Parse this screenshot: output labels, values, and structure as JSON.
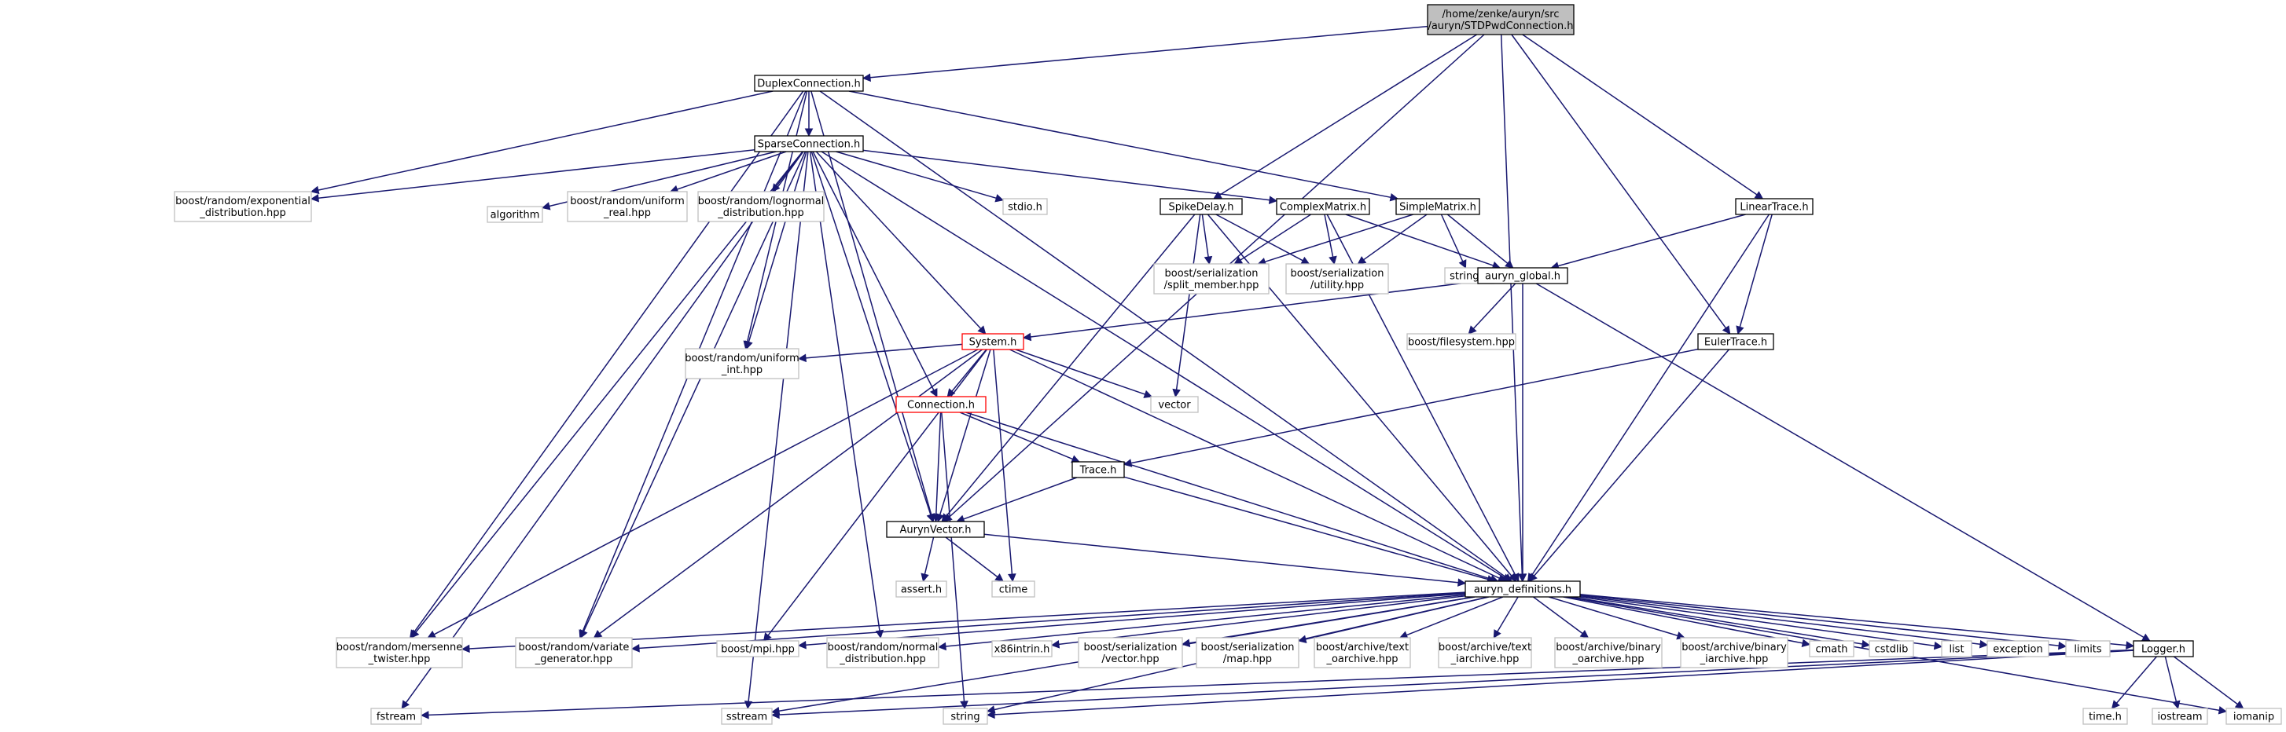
{
  "colors": {
    "edge": "#191970",
    "root_fill": "#bfbfbf",
    "normal_border": "#000000",
    "system_border": "#ff0000",
    "external_border": "#bfbfbf"
  },
  "nodes": {
    "root": {
      "lines": [
        "/home/zenke/auryn/src",
        "/auryn/STDPwdConnection.h"
      ],
      "kind": "root"
    },
    "duplex": {
      "lines": [
        "DuplexConnection.h"
      ],
      "kind": "normal"
    },
    "sparse": {
      "lines": [
        "SparseConnection.h"
      ],
      "kind": "normal"
    },
    "exp_dist": {
      "lines": [
        "boost/random/exponential",
        "_distribution.hpp"
      ],
      "kind": "external"
    },
    "algorithm": {
      "lines": [
        "algorithm"
      ],
      "kind": "external"
    },
    "uniform_real": {
      "lines": [
        "boost/random/uniform",
        "_real.hpp"
      ],
      "kind": "external"
    },
    "lognormal": {
      "lines": [
        "boost/random/lognormal",
        "_distribution.hpp"
      ],
      "kind": "external"
    },
    "stdio": {
      "lines": [
        "stdio.h"
      ],
      "kind": "external"
    },
    "spikedelay": {
      "lines": [
        "SpikeDelay.h"
      ],
      "kind": "normal"
    },
    "complexmatrix": {
      "lines": [
        "ComplexMatrix.h"
      ],
      "kind": "normal"
    },
    "simplematrix": {
      "lines": [
        "SimpleMatrix.h"
      ],
      "kind": "normal"
    },
    "lineartrace": {
      "lines": [
        "LinearTrace.h"
      ],
      "kind": "normal"
    },
    "split_member": {
      "lines": [
        "boost/serialization",
        "/split_member.hpp"
      ],
      "kind": "external"
    },
    "utility": {
      "lines": [
        "boost/serialization",
        "/utility.hpp"
      ],
      "kind": "external"
    },
    "string_h": {
      "lines": [
        "string.h"
      ],
      "kind": "external"
    },
    "auryn_global": {
      "lines": [
        "auryn_global.h"
      ],
      "kind": "normal"
    },
    "filesystem": {
      "lines": [
        "boost/filesystem.hpp"
      ],
      "kind": "external"
    },
    "eulertrace": {
      "lines": [
        "EulerTrace.h"
      ],
      "kind": "normal"
    },
    "system": {
      "lines": [
        "System.h"
      ],
      "kind": "system"
    },
    "uniform_int": {
      "lines": [
        "boost/random/uniform",
        "_int.hpp"
      ],
      "kind": "external"
    },
    "vector": {
      "lines": [
        "vector"
      ],
      "kind": "external"
    },
    "connection": {
      "lines": [
        "Connection.h"
      ],
      "kind": "system"
    },
    "trace": {
      "lines": [
        "Trace.h"
      ],
      "kind": "normal"
    },
    "aurynvector": {
      "lines": [
        "AurynVector.h"
      ],
      "kind": "normal"
    },
    "assert": {
      "lines": [
        "assert.h"
      ],
      "kind": "external"
    },
    "ctime": {
      "lines": [
        "ctime"
      ],
      "kind": "external"
    },
    "definitions": {
      "lines": [
        "auryn_definitions.h"
      ],
      "kind": "normal"
    },
    "mersenne": {
      "lines": [
        "boost/random/mersenne",
        "_twister.hpp"
      ],
      "kind": "external"
    },
    "variate": {
      "lines": [
        "boost/random/variate",
        "_generator.hpp"
      ],
      "kind": "external"
    },
    "mpi": {
      "lines": [
        "boost/mpi.hpp"
      ],
      "kind": "external"
    },
    "normal_dist": {
      "lines": [
        "boost/random/normal",
        "_distribution.hpp"
      ],
      "kind": "external"
    },
    "x86intrin": {
      "lines": [
        "x86intrin.h"
      ],
      "kind": "external"
    },
    "ser_vector": {
      "lines": [
        "boost/serialization",
        "/vector.hpp"
      ],
      "kind": "external"
    },
    "ser_map": {
      "lines": [
        "boost/serialization",
        "/map.hpp"
      ],
      "kind": "external"
    },
    "text_oarchive": {
      "lines": [
        "boost/archive/text",
        "_oarchive.hpp"
      ],
      "kind": "external"
    },
    "text_iarchive": {
      "lines": [
        "boost/archive/text",
        "_iarchive.hpp"
      ],
      "kind": "external"
    },
    "binary_oarchive": {
      "lines": [
        "boost/archive/binary",
        "_oarchive.hpp"
      ],
      "kind": "external"
    },
    "binary_iarchive": {
      "lines": [
        "boost/archive/binary",
        "_iarchive.hpp"
      ],
      "kind": "external"
    },
    "cmath": {
      "lines": [
        "cmath"
      ],
      "kind": "external"
    },
    "cstdlib": {
      "lines": [
        "cstdlib"
      ],
      "kind": "external"
    },
    "list": {
      "lines": [
        "list"
      ],
      "kind": "external"
    },
    "exception": {
      "lines": [
        "exception"
      ],
      "kind": "external"
    },
    "limits": {
      "lines": [
        "limits"
      ],
      "kind": "external"
    },
    "logger": {
      "lines": [
        "Logger.h"
      ],
      "kind": "normal"
    },
    "iomanip": {
      "lines": [
        "iomanip"
      ],
      "kind": "external"
    },
    "fstream": {
      "lines": [
        "fstream"
      ],
      "kind": "external"
    },
    "sstream": {
      "lines": [
        "sstream"
      ],
      "kind": "external"
    },
    "string": {
      "lines": [
        "string"
      ],
      "kind": "external"
    },
    "time_h": {
      "lines": [
        "time.h"
      ],
      "kind": "external"
    },
    "iostream": {
      "lines": [
        "iostream"
      ],
      "kind": "external"
    }
  },
  "edges": [
    [
      "root",
      "duplex"
    ],
    [
      "root",
      "aurynvector"
    ],
    [
      "root",
      "spikedelay"
    ],
    [
      "root",
      "eulertrace"
    ],
    [
      "root",
      "lineartrace"
    ],
    [
      "root",
      "definitions"
    ],
    [
      "duplex",
      "sparse"
    ],
    [
      "duplex",
      "exp_dist"
    ],
    [
      "duplex",
      "mersenne"
    ],
    [
      "duplex",
      "variate"
    ],
    [
      "duplex",
      "aurynvector"
    ],
    [
      "duplex",
      "simplematrix"
    ],
    [
      "duplex",
      "definitions"
    ],
    [
      "duplex",
      "uniform_int"
    ],
    [
      "sparse",
      "exp_dist"
    ],
    [
      "sparse",
      "algorithm"
    ],
    [
      "sparse",
      "uniform_real"
    ],
    [
      "sparse",
      "lognormal"
    ],
    [
      "sparse",
      "stdio"
    ],
    [
      "sparse",
      "complexmatrix"
    ],
    [
      "sparse",
      "system"
    ],
    [
      "sparse",
      "connection"
    ],
    [
      "sparse",
      "uniform_int"
    ],
    [
      "sparse",
      "aurynvector"
    ],
    [
      "sparse",
      "definitions"
    ],
    [
      "sparse",
      "mersenne"
    ],
    [
      "sparse",
      "variate"
    ],
    [
      "sparse",
      "normal_dist"
    ],
    [
      "sparse",
      "fstream"
    ],
    [
      "sparse",
      "sstream"
    ],
    [
      "spikedelay",
      "split_member"
    ],
    [
      "spikedelay",
      "utility"
    ],
    [
      "spikedelay",
      "vector"
    ],
    [
      "spikedelay",
      "aurynvector"
    ],
    [
      "spikedelay",
      "definitions"
    ],
    [
      "complexmatrix",
      "split_member"
    ],
    [
      "complexmatrix",
      "utility"
    ],
    [
      "complexmatrix",
      "auryn_global"
    ],
    [
      "complexmatrix",
      "definitions"
    ],
    [
      "simplematrix",
      "split_member"
    ],
    [
      "simplematrix",
      "utility"
    ],
    [
      "simplematrix",
      "string_h"
    ],
    [
      "simplematrix",
      "auryn_global"
    ],
    [
      "lineartrace",
      "auryn_global"
    ],
    [
      "lineartrace",
      "eulertrace"
    ],
    [
      "lineartrace",
      "definitions"
    ],
    [
      "auryn_global",
      "filesystem"
    ],
    [
      "auryn_global",
      "system"
    ],
    [
      "auryn_global",
      "definitions"
    ],
    [
      "auryn_global",
      "logger"
    ],
    [
      "eulertrace",
      "trace"
    ],
    [
      "eulertrace",
      "definitions"
    ],
    [
      "system",
      "uniform_int"
    ],
    [
      "system",
      "vector"
    ],
    [
      "system",
      "connection"
    ],
    [
      "system",
      "aurynvector"
    ],
    [
      "system",
      "ctime"
    ],
    [
      "system",
      "mersenne"
    ],
    [
      "system",
      "variate"
    ],
    [
      "system",
      "mpi"
    ],
    [
      "system",
      "definitions"
    ],
    [
      "connection",
      "trace"
    ],
    [
      "connection",
      "aurynvector"
    ],
    [
      "connection",
      "definitions"
    ],
    [
      "connection",
      "string"
    ],
    [
      "trace",
      "aurynvector"
    ],
    [
      "trace",
      "definitions"
    ],
    [
      "aurynvector",
      "assert"
    ],
    [
      "aurynvector",
      "ctime"
    ],
    [
      "aurynvector",
      "definitions"
    ],
    [
      "definitions",
      "mersenne"
    ],
    [
      "definitions",
      "variate"
    ],
    [
      "definitions",
      "mpi"
    ],
    [
      "definitions",
      "normal_dist"
    ],
    [
      "definitions",
      "x86intrin"
    ],
    [
      "definitions",
      "ser_vector"
    ],
    [
      "definitions",
      "ser_map"
    ],
    [
      "definitions",
      "text_oarchive"
    ],
    [
      "definitions",
      "text_iarchive"
    ],
    [
      "definitions",
      "binary_oarchive"
    ],
    [
      "definitions",
      "binary_iarchive"
    ],
    [
      "definitions",
      "cmath"
    ],
    [
      "definitions",
      "cstdlib"
    ],
    [
      "definitions",
      "list"
    ],
    [
      "definitions",
      "exception"
    ],
    [
      "definitions",
      "limits"
    ],
    [
      "definitions",
      "logger"
    ],
    [
      "definitions",
      "iomanip"
    ],
    [
      "definitions",
      "string"
    ],
    [
      "definitions",
      "sstream"
    ],
    [
      "logger",
      "fstream"
    ],
    [
      "logger",
      "sstream"
    ],
    [
      "logger",
      "string"
    ],
    [
      "logger",
      "time_h"
    ],
    [
      "logger",
      "iostream"
    ],
    [
      "logger",
      "iomanip"
    ]
  ]
}
